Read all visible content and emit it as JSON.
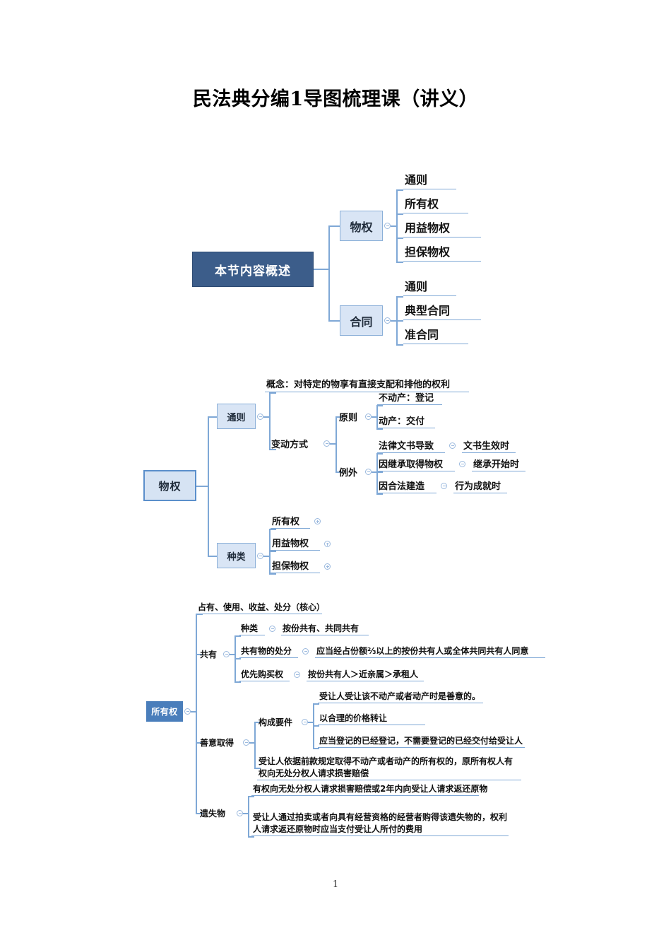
{
  "document": {
    "title": "民法典分编1导图梳理课（讲义）",
    "page_number": "1"
  },
  "colors": {
    "root_dark": "#3c5d8a",
    "root_light_fill": "#d6e3f3",
    "root_solid": "#4a7ebb",
    "branch_fill": "#d9e5f5",
    "line": "#7fa8d6"
  },
  "map1": {
    "root": "本节内容概述",
    "branches": [
      {
        "label": "物权",
        "children": [
          "通则",
          "所有权",
          "用益物权",
          "担保物权"
        ]
      },
      {
        "label": "合同",
        "children": [
          "通则",
          "典型合同",
          "准合同"
        ]
      }
    ]
  },
  "map2": {
    "root": "物权",
    "tongze": {
      "label": "通则",
      "concept": "概念：对特定的物享有直接支配和排他的权利",
      "biandong": {
        "label": "变动方式",
        "yuanze": {
          "label": "原则",
          "items": [
            "不动产：登记",
            "动产：交付"
          ]
        },
        "liwai": {
          "label": "例外",
          "items": [
            {
              "cause": "法律文书导致",
              "time": "文书生效时"
            },
            {
              "cause": "因继承取得物权",
              "time": "继承开始时"
            },
            {
              "cause": "因合法建造",
              "time": "行为成就时"
            }
          ]
        }
      }
    },
    "zhonglei": {
      "label": "种类",
      "items": [
        "所有权",
        "用益物权",
        "担保物权"
      ]
    }
  },
  "map3": {
    "root": "所有权",
    "core": "占有、使用、收益、处分（核心）",
    "gongyou": {
      "label": "共有",
      "rows": [
        {
          "key": "种类",
          "value": "按份共有、共同共有"
        },
        {
          "key": "共有物的处分",
          "value": "应当经占份额⅔以上的按份共有人或全体共同共有人同意"
        },
        {
          "key": "优先购买权",
          "value": "按份共有人＞近亲属＞承租人"
        }
      ]
    },
    "shanyi": {
      "label": "善意取得",
      "goucheng": {
        "label": "构成要件",
        "items": [
          "受让人受让该不动产或者动产时是善意的。",
          "以合理的价格转让",
          "应当登记的已经登记，不需要登记的已经交付给受让人"
        ]
      },
      "note": "受让人依据前款规定取得不动产或者动产的所有权的，原所有权人有权向无处分权人请求损害赔偿"
    },
    "yishiwu": {
      "label": "遗失物",
      "items": [
        "有权向无处分权人请求损害赔偿或2年内向受让人请求返还原物",
        "受让人通过拍卖或者向具有经营资格的经营者购得该遗失物的，权利人请求返还原物时应当支付受让人所付的费用"
      ]
    }
  }
}
